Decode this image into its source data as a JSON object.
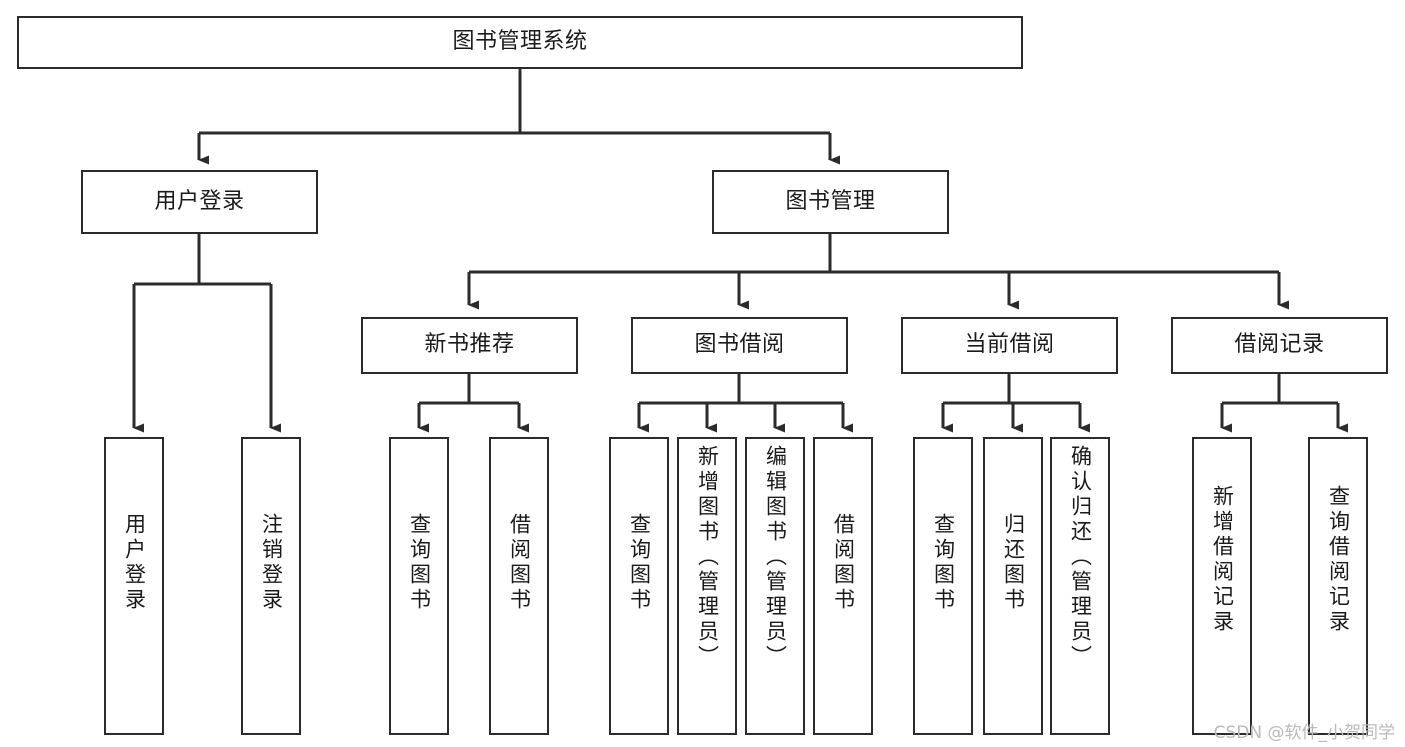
{
  "diagram": {
    "type": "tree-hierarchy",
    "title": "图书管理系统",
    "orientation": "top-down",
    "colors": {
      "box_border": "#2b2b2b",
      "box_fill": "#ffffff",
      "connector": "#2b2b2b",
      "text": "#1a1a1a",
      "watermark": "#b9b9b9",
      "background": "#ffffff"
    },
    "root": {
      "label": "图书管理系统"
    },
    "level2": [
      {
        "label": "用户登录"
      },
      {
        "label": "图书管理"
      }
    ],
    "level3": [
      {
        "label": "新书推荐"
      },
      {
        "label": "图书借阅"
      },
      {
        "label": "当前借阅"
      },
      {
        "label": "借阅记录"
      }
    ],
    "leaves": {
      "user_login": [
        {
          "label": "用户登录"
        },
        {
          "label": "注销登录"
        }
      ],
      "new_book_recommend": [
        {
          "label": "查询图书"
        },
        {
          "label": "借阅图书"
        }
      ],
      "book_borrow": [
        {
          "label": "查询图书"
        },
        {
          "label": "新增图书（管理员）"
        },
        {
          "label": "编辑图书（管理员）"
        },
        {
          "label": "借阅图书"
        }
      ],
      "current_borrow": [
        {
          "label": "查询图书"
        },
        {
          "label": "归还图书"
        },
        {
          "label": "确认归还（管理员）"
        }
      ],
      "borrow_record": [
        {
          "label": "新增借阅记录"
        },
        {
          "label": "查询借阅记录"
        }
      ]
    }
  },
  "watermark": {
    "text": "CSDN @软件_小贺同学"
  }
}
